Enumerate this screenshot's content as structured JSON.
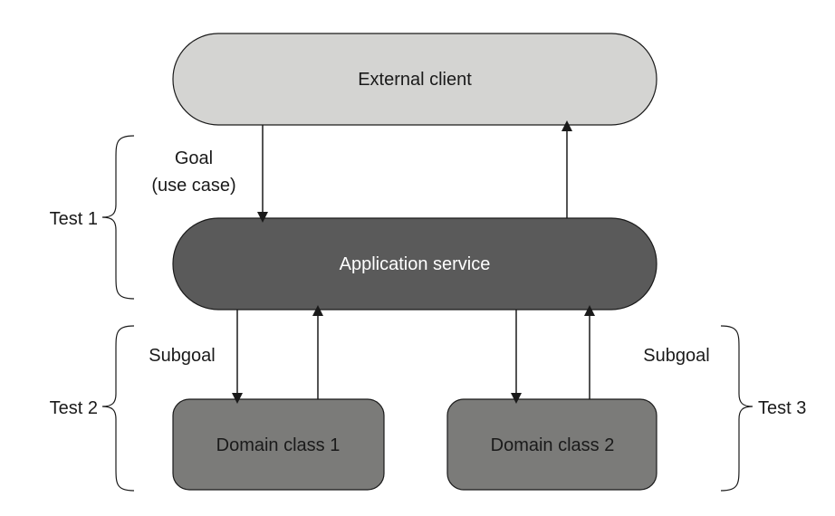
{
  "nodes": {
    "external_client": {
      "label": "External client",
      "fill": "#d4d4d2"
    },
    "application_service": {
      "label": "Application service",
      "fill": "#5a5a5a"
    },
    "domain_class_1": {
      "label": "Domain class 1",
      "fill": "#7b7b79"
    },
    "domain_class_2": {
      "label": "Domain class 2",
      "fill": "#7b7b79"
    }
  },
  "labels": {
    "goal_line1": "Goal",
    "goal_line2": "(use case)",
    "subgoal_left": "Subgoal",
    "subgoal_right": "Subgoal",
    "test1": "Test 1",
    "test2": "Test 2",
    "test3": "Test 3"
  },
  "colors": {
    "stroke": "#1a1a1a",
    "text_dark": "#1a1a1a",
    "text_light": "#ffffff"
  }
}
